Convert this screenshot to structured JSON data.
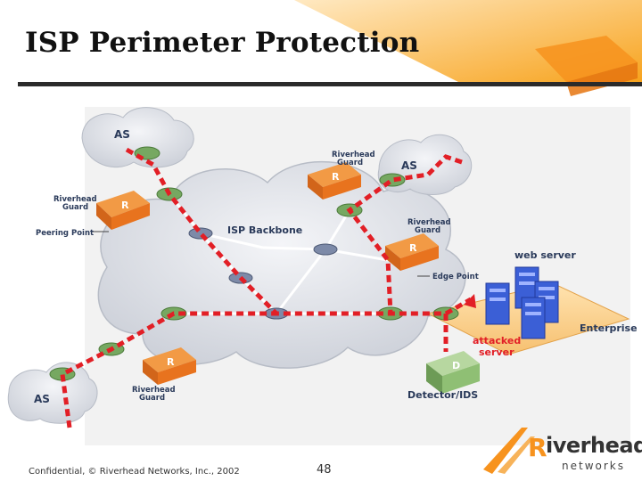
{
  "slide": {
    "title": "ISP Perimeter Protection",
    "footer_confidential": "Confidential, © Riverhead Networks, Inc., 2002",
    "page_number": "48"
  },
  "logo": {
    "r_letter": "R",
    "word": "iverhead",
    "sub": "networks"
  },
  "diagram": {
    "as_top": "AS",
    "as_right": "AS",
    "as_bottom": "AS",
    "guard_label_1": "Riverhead",
    "guard_label_2": "Guard",
    "router_letter": "R",
    "detector_letter": "D",
    "backbone": "ISP Backbone",
    "peering_point": "Peering Point",
    "edge_point": "Edge Point",
    "web_server": "web server",
    "enterprise": "Enterprise",
    "attacked_1": "attacked",
    "attacked_2": "server",
    "detector": "Detector/IDS"
  },
  "colors": {
    "guard": "#e8731e",
    "cloud": "#dcdfe6",
    "attack": "#e21f26",
    "switch": "#76a861",
    "server": "#3b5fd6"
  }
}
